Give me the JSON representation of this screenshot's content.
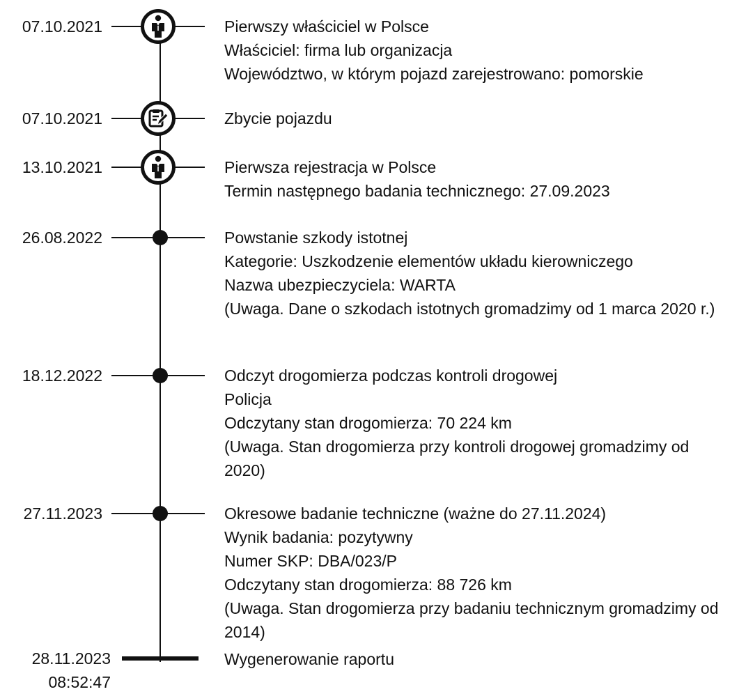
{
  "events": [
    {
      "date": "07.10.2021",
      "icon": "person-icon",
      "lines": [
        "Pierwszy właściciel w Polsce",
        "Właściciel: firma lub organizacja",
        "Województwo, w którym pojazd zarejestrowano: pomorskie"
      ]
    },
    {
      "date": "07.10.2021",
      "icon": "edit-document-icon",
      "lines": [
        "Zbycie pojazdu"
      ]
    },
    {
      "date": "13.10.2021",
      "icon": "person-icon",
      "lines": [
        "Pierwsza rejestracja w Polsce",
        "Termin następnego badania technicznego: 27.09.2023"
      ]
    },
    {
      "date": "26.08.2022",
      "icon": "dot",
      "lines": [
        "Powstanie szkody istotnej",
        "Kategorie: Uszkodzenie elementów układu kierowniczego",
        "Nazwa ubezpieczyciela: WARTA",
        "(Uwaga. Dane o szkodach istotnych gromadzimy od 1 marca 2020 r.)"
      ]
    },
    {
      "date": "18.12.2022",
      "icon": "dot",
      "lines": [
        "Odczyt drogomierza podczas kontroli drogowej",
        "Policja",
        "Odczytany stan drogomierza: 70 224 km",
        "(Uwaga. Stan drogomierza przy kontroli drogowej gromadzimy od 2020)"
      ]
    },
    {
      "date": "27.11.2023",
      "icon": "dot",
      "lines": [
        "Okresowe badanie techniczne (ważne do 27.11.2024)",
        "Wynik badania: pozytywny",
        "Numer SKP: DBA/023/P",
        "Odczytany stan drogomierza: 88 726 km",
        "(Uwaga. Stan drogomierza przy badaniu technicznym gromadzimy od 2014)"
      ]
    }
  ],
  "report": {
    "date": "28.11.2023",
    "time": "08:52:47",
    "label": "Wygenerowanie raportu"
  }
}
